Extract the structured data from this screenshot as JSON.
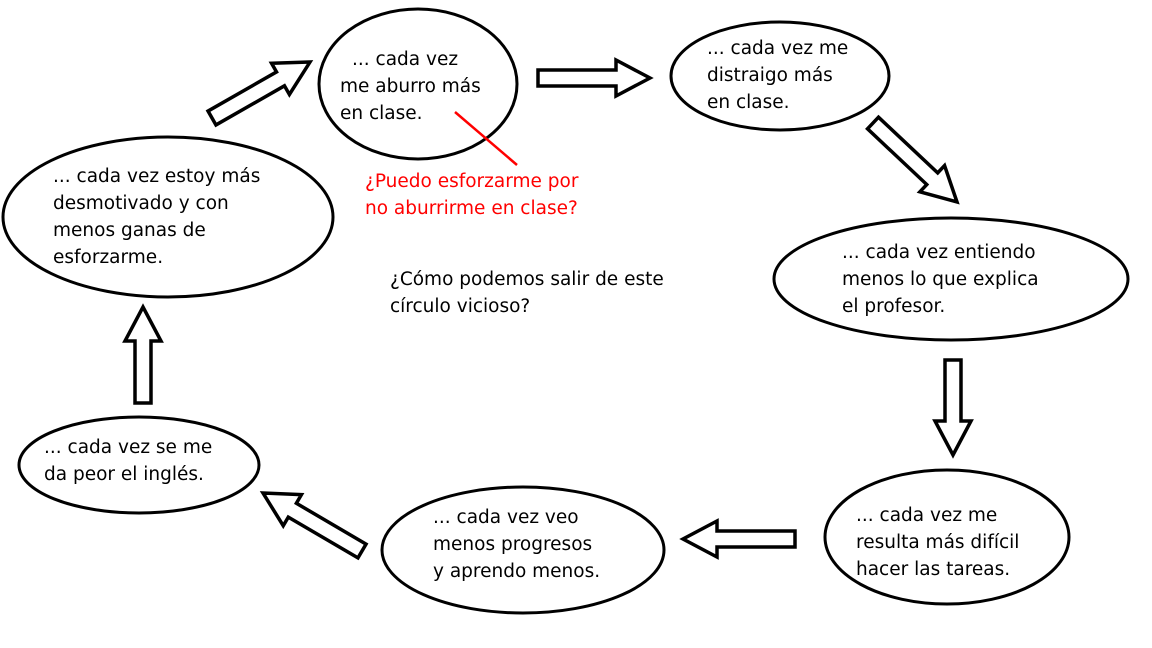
{
  "colors": {
    "stroke": "#000000",
    "annotation": "#ff0000",
    "background": "#ffffff"
  },
  "nodes": [
    {
      "id": "aburro",
      "lines": [
        "... cada vez",
        "me aburro más",
        "en clase."
      ]
    },
    {
      "id": "distraigo",
      "lines": [
        "... cada vez me",
        "distraigo más",
        "en clase."
      ]
    },
    {
      "id": "entiendo",
      "lines": [
        "... cada vez entiendo",
        "menos lo que explica",
        "el profesor."
      ]
    },
    {
      "id": "tareas",
      "lines": [
        "... cada vez me",
        "resulta más difícil",
        "hacer las tareas."
      ]
    },
    {
      "id": "progresos",
      "lines": [
        "... cada vez veo",
        "menos progresos",
        "y aprendo menos."
      ]
    },
    {
      "id": "ingles",
      "lines": [
        "... cada vez se me",
        "da peor el inglés."
      ]
    },
    {
      "id": "desmotivado",
      "lines": [
        "... cada vez estoy más",
        "desmotivado y con",
        "menos ganas de",
        "esforzarme."
      ]
    }
  ],
  "annotation": {
    "lines": [
      "¿Puedo esforzarme por",
      "no aburrirme en clase?"
    ]
  },
  "question": {
    "lines": [
      "¿Cómo podemos salir de este",
      "círculo vicioso?"
    ]
  }
}
